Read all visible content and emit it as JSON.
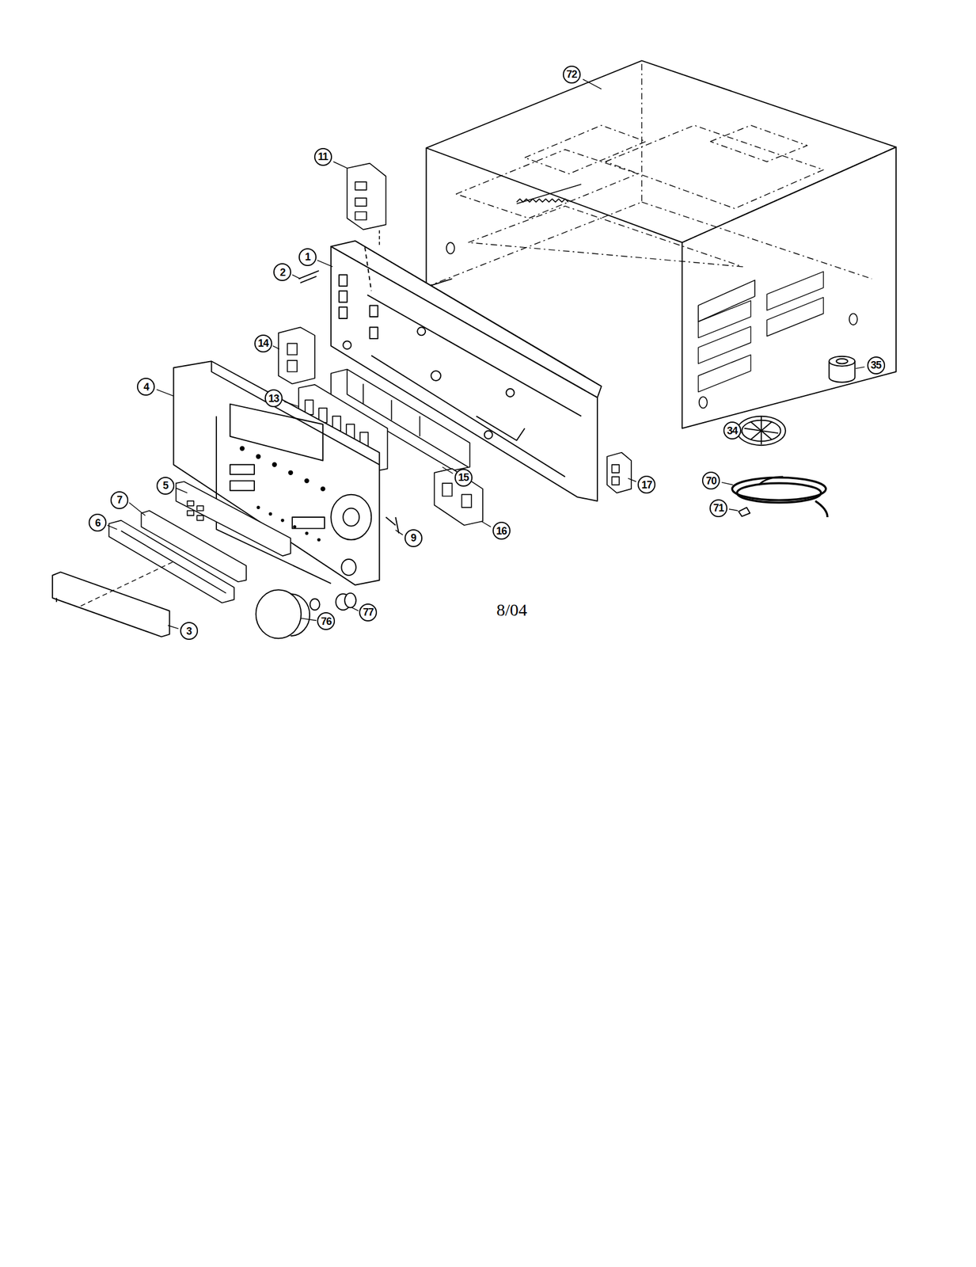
{
  "diagram": {
    "labels": [
      "72",
      "11",
      "1",
      "2",
      "14",
      "35",
      "4",
      "13",
      "15",
      "17",
      "34",
      "70",
      "71",
      "5",
      "7",
      "6",
      "9",
      "16",
      "3",
      "76",
      "77",
      "8/04"
    ]
  }
}
